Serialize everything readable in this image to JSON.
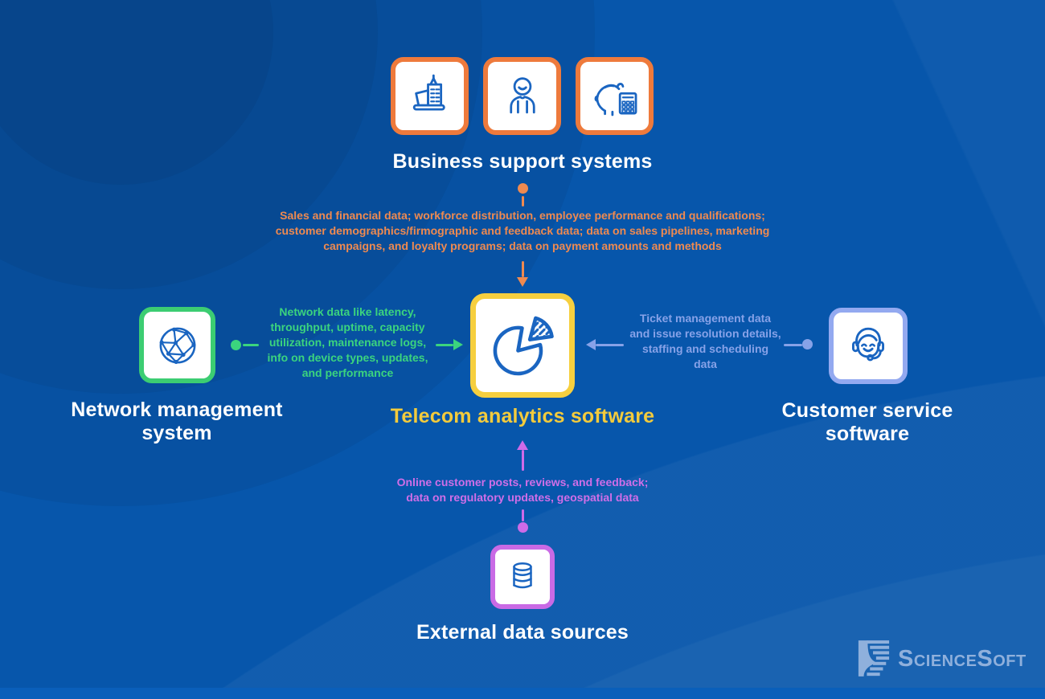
{
  "nodes": {
    "business_support": {
      "title": "Business support systems",
      "icons": [
        "building-icon",
        "person-icon",
        "piggy-bank-calculator-icon"
      ]
    },
    "telecom_analytics": {
      "title": "Telecom analytics software",
      "icon": "pie-chart-icon"
    },
    "network_management": {
      "title": "Network management\nsystem",
      "icon": "network-icon"
    },
    "customer_service": {
      "title": "Customer service\nsoftware",
      "icon": "support-agent-icon"
    },
    "external_data": {
      "title": "External data sources",
      "icon": "database-icon"
    }
  },
  "flows": {
    "from_business_support": {
      "direction": "down",
      "color": "#EF8A50",
      "text": "Sales and financial data; workforce distribution, employee performance and qualifications;\ncustomer demographics/firmographic and feedback data; data on sales pipelines, marketing\ncampaigns, and loyalty programs; data on payment amounts and methods"
    },
    "from_network_management": {
      "direction": "right",
      "color": "#3BD47E",
      "text": "Network data like latency,\nthroughput, uptime, capacity\nutilization, maintenance logs,\ninfo on device types, updates,\nand performance"
    },
    "from_customer_service": {
      "direction": "left",
      "color": "#87A2E8",
      "text": "Ticket management data\nand issue resolution details,\nstaffing and scheduling\ndata"
    },
    "from_external_data": {
      "direction": "up",
      "color": "#D06EE8",
      "text": "Online customer posts, reviews, and feedback;\ndata on regulatory updates, geospatial data"
    }
  },
  "branding": {
    "logo_text": "ScienceSoft"
  },
  "colors": {
    "background": "#0756AB",
    "footer_strip": "#0A5FBA",
    "orange_border": "#EE7A3C",
    "orange_text": "#EF8A50",
    "green_border": "#3CCD72",
    "green_text": "#3BD47E",
    "yellow_border": "#F6CF3F",
    "yellow_text": "#F3CB3C",
    "periwinkle_border": "#93A9F0",
    "periwinkle_text": "#87A2E8",
    "purple_border": "#C96AE5",
    "purple_text": "#D06EE8",
    "icon_blue": "#1A65C1",
    "title_white": "#FFFFFF",
    "logo": "#8FB0DC"
  }
}
